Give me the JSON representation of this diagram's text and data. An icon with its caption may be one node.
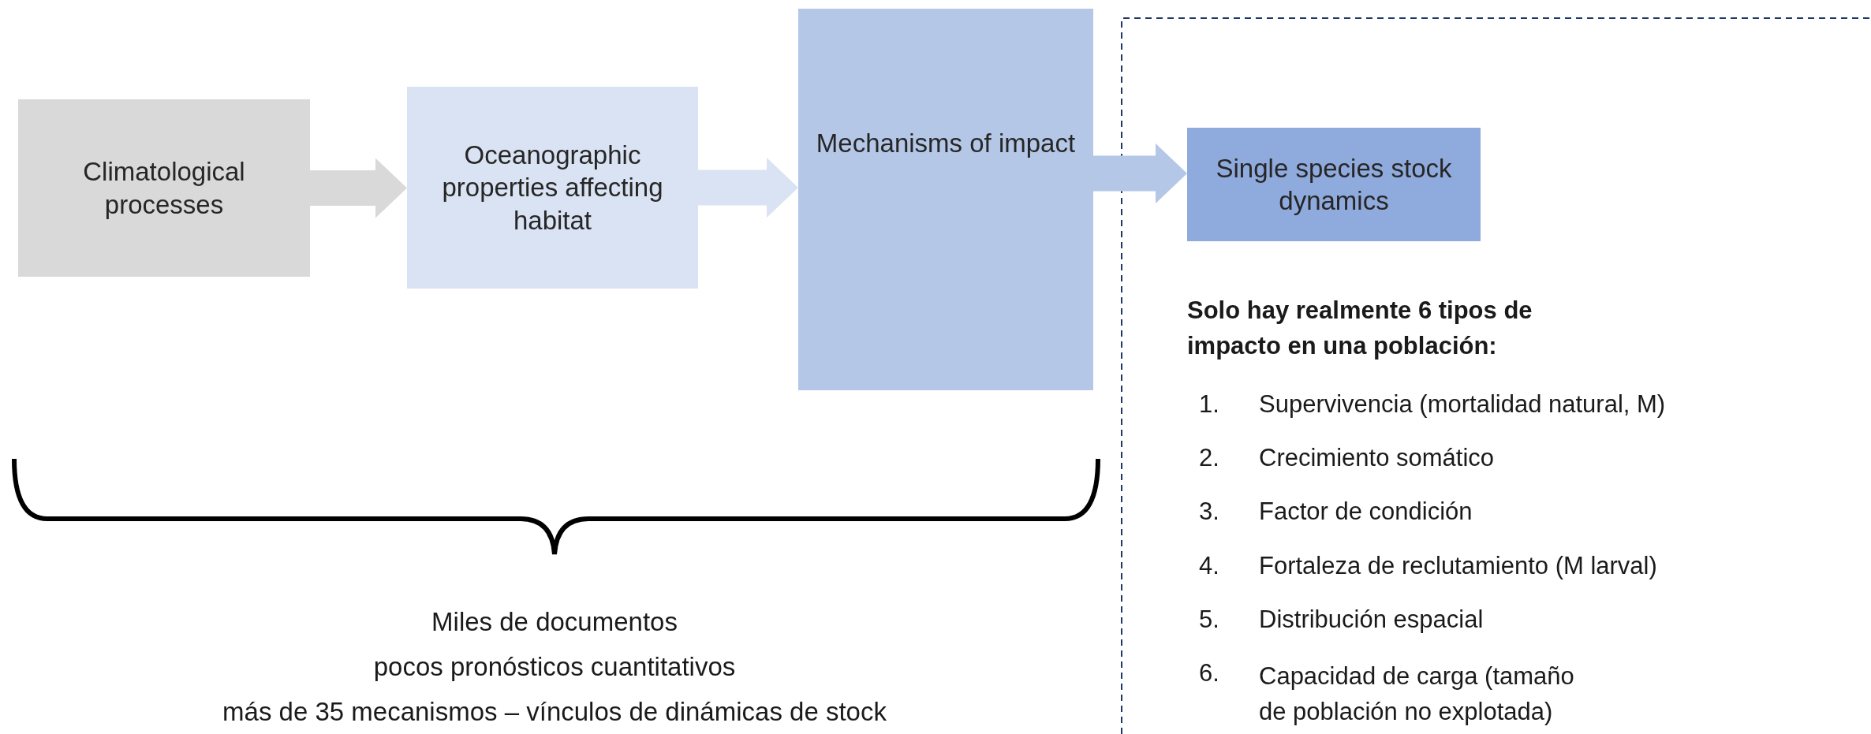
{
  "diagram": {
    "nodes": [
      {
        "text": [
          "Climatological processes"
        ]
      },
      {
        "text": [
          "Oceanographic properties affecting habitat"
        ]
      },
      {
        "text": [
          "Mechanisms of impact"
        ]
      },
      {
        "text": [
          "Single species stock dynamics"
        ]
      }
    ],
    "edges": [
      {
        "from": 0,
        "to": 1,
        "arrow": "to",
        "color": "#d9d9d9"
      },
      {
        "from": 1,
        "to": 2,
        "arrow": "to",
        "color": "#dae3f3"
      },
      {
        "from": 2,
        "to": 3,
        "arrow": "to",
        "color": "#b4c7e7"
      }
    ],
    "labels": [
      "Solo hay realmente 6 tipos de impacto en una población:",
      "1.",
      "Supervivencia (mortalidad natural, M)",
      "2.",
      "Crecimiento somático",
      "3.",
      "Factor de condición",
      "4.",
      "Fortaleza de reclutamiento (M larval)",
      "5.",
      "Distribución espacial",
      "6.",
      "Capacidad de carga (tamaño de población no explotada)",
      "Miles de documentos",
      "pocos pronósticos cuantitativos",
      "más de 35 mecanismos – vínculos de dinámicas de stock"
    ]
  }
}
